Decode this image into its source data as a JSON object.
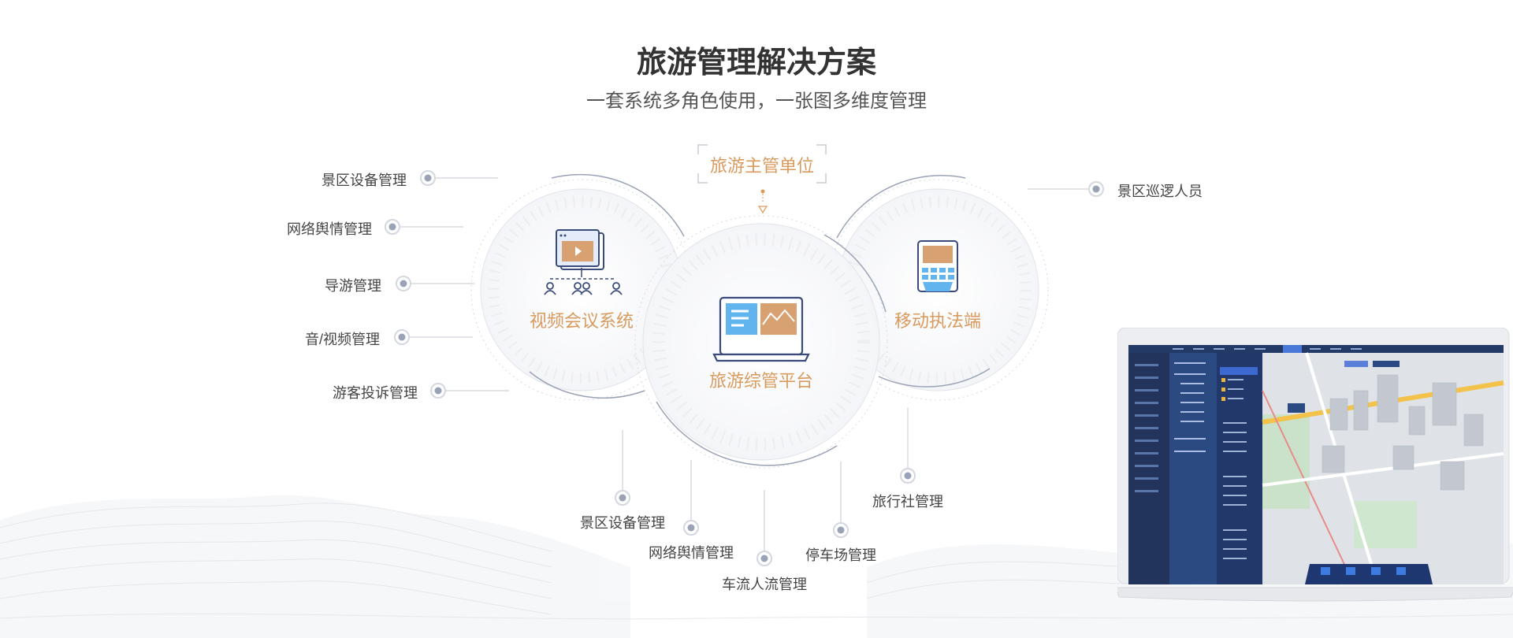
{
  "title": "旅游管理解决方案",
  "subtitle": "一套系统多角色使用，一张图多维度管理",
  "top_node": "旅游主管单位",
  "nodes": {
    "left": "视频会议系统",
    "center": "旅游综管平台",
    "right": "移动执法端"
  },
  "left_labels": [
    "景区设备管理",
    "网络舆情管理",
    "导游管理",
    "音/视频管理",
    "游客投诉管理"
  ],
  "right_labels": [
    "景区巡逻人员"
  ],
  "bottom_labels": [
    "景区设备管理",
    "网络舆情管理",
    "车流人流管理",
    "停车场管理",
    "旅行社管理"
  ],
  "colors": {
    "accent": "#d99a5e",
    "blue": "#4a9fe8",
    "navy": "#3a4a7a",
    "dot": "#9aa3b5"
  }
}
